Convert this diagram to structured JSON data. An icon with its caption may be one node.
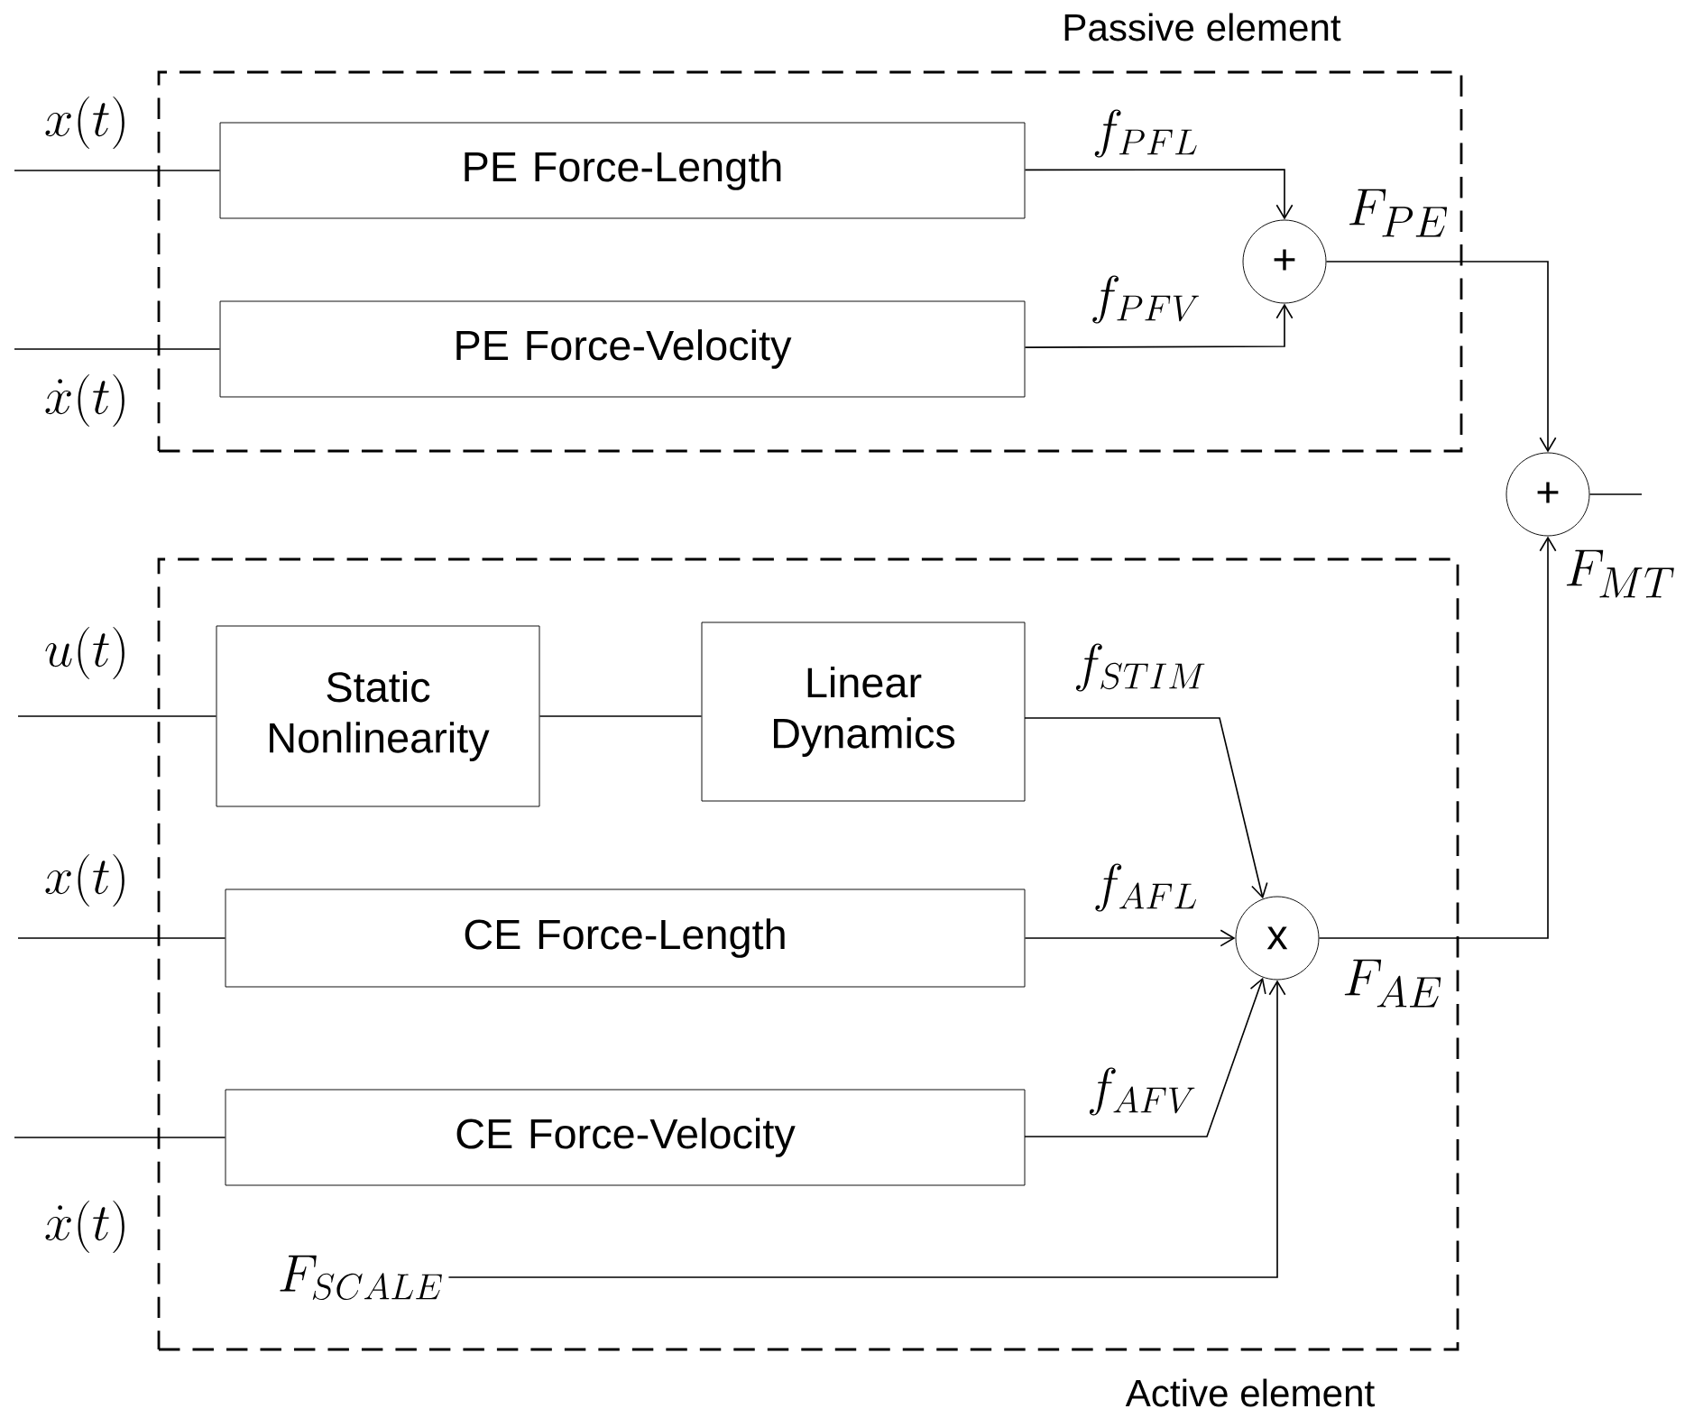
{
  "diagram": {
    "nodes": [
      {
        "text": [
          "Passive element"
        ]
      },
      {
        "text": [
          "PE Force-Length"
        ],
        "in": 0
      },
      {
        "text": [
          "PE Force-Velocity"
        ],
        "in": 0
      },
      {
        "text": [
          "+"
        ],
        "in": 0
      },
      {
        "text": [
          "+"
        ]
      },
      {
        "text": [
          "Active element"
        ]
      },
      {
        "text": [
          "Static Nonlinearity"
        ],
        "in": 5
      },
      {
        "text": [
          "Linear Dynamics"
        ],
        "in": 5
      },
      {
        "text": [
          "CE Force-Length"
        ],
        "in": 5
      },
      {
        "text": [
          "CE Force-Velocity"
        ],
        "in": 5
      },
      {
        "text": [
          "x"
        ],
        "in": 5
      },
      {
        "text": [
          "F_{SCALE}"
        ],
        "in": 5
      }
    ],
    "edges": [
      {
        "from": null,
        "to": 1,
        "arrow": "none",
        "label": "x(t)"
      },
      {
        "from": null,
        "to": 2,
        "arrow": "none",
        "label": "\\dot{x}(t)"
      },
      {
        "from": 1,
        "to": 3,
        "arrow": "to",
        "label": "f_{PFL}"
      },
      {
        "from": 2,
        "to": 3,
        "arrow": "to",
        "label": "f_{PFV}"
      },
      {
        "from": 3,
        "to": 4,
        "arrow": "to",
        "label": "F_{PE}"
      },
      {
        "from": 4,
        "to": null,
        "arrow": "none",
        "label": "F_{MT}"
      },
      {
        "from": null,
        "to": 6,
        "arrow": "none",
        "label": "u(t)"
      },
      {
        "from": 6,
        "to": 7,
        "arrow": "none"
      },
      {
        "from": 7,
        "to": 10,
        "arrow": "to",
        "label": "f_{STIM}"
      },
      {
        "from": null,
        "to": 8,
        "arrow": "none",
        "label": "x(t)"
      },
      {
        "from": 8,
        "to": 10,
        "arrow": "to",
        "label": "f_{AFL}"
      },
      {
        "from": null,
        "to": 9,
        "arrow": "none",
        "label": "\\dot{x}(t)"
      },
      {
        "from": 9,
        "to": 10,
        "arrow": "to",
        "label": "f_{AFV}"
      },
      {
        "from": 11,
        "to": 10,
        "arrow": "to"
      },
      {
        "from": 10,
        "to": 4,
        "arrow": "to",
        "label": "F_{AE}"
      }
    ]
  }
}
